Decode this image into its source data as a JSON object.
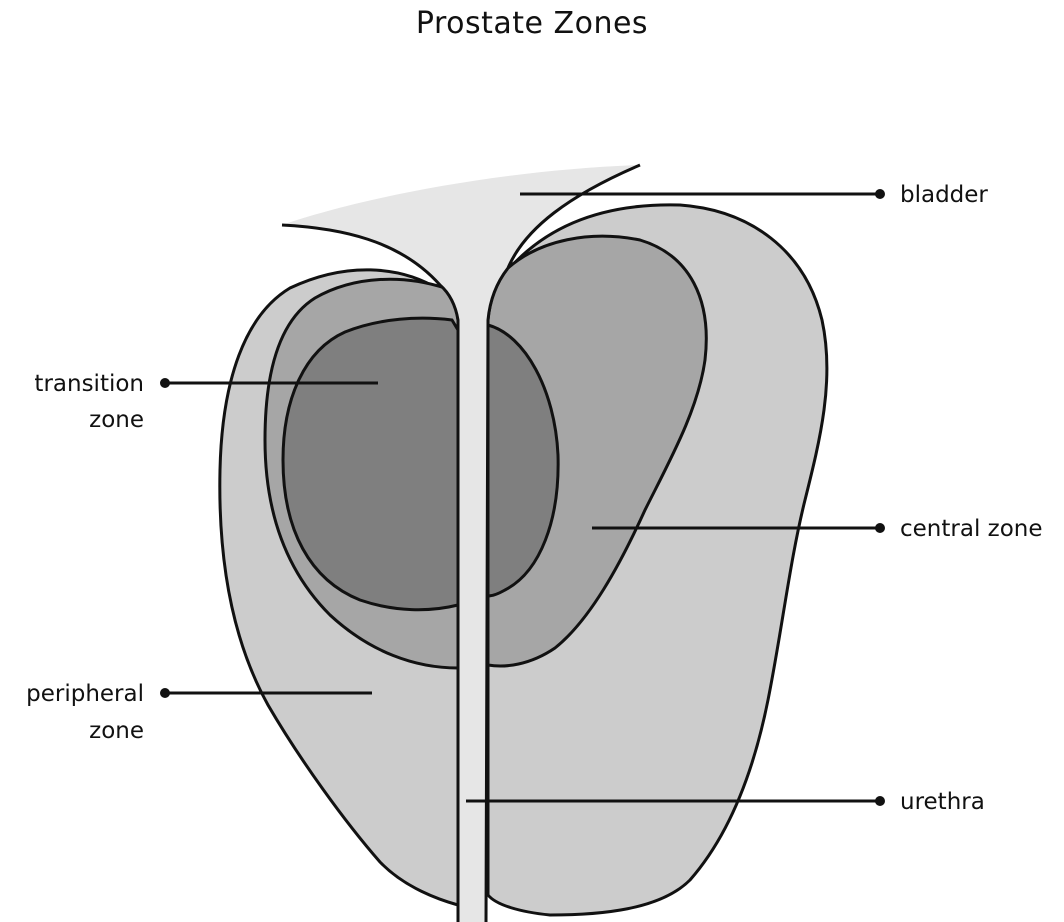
{
  "title": "Prostate Zones",
  "labels": {
    "bladder": "bladder",
    "transition_line1": "transition",
    "transition_line2": "zone",
    "central": "central zone",
    "peripheral_line1": "peripheral",
    "peripheral_line2": "zone",
    "urethra": "urethra"
  },
  "colors": {
    "peripheral_zone": "#cccccc",
    "central_zone": "#a6a6a6",
    "transition_zone": "#7f7f7f",
    "urethra_bladder": "#e6e6e6",
    "outline": "#111111"
  }
}
